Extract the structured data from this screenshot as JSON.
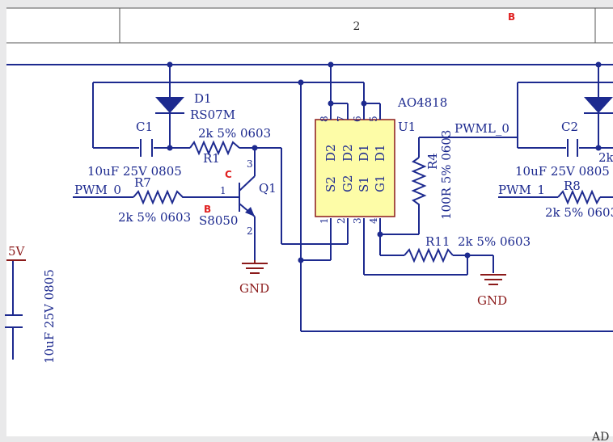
{
  "frame": {
    "column_number": "2",
    "row_letter": "B",
    "corner_text": "AD"
  },
  "components": {
    "d1": {
      "ref": "D1",
      "value": "RS07M"
    },
    "c1": {
      "ref": "C1",
      "value": "10uF  25V 0805"
    },
    "r1": {
      "ref": "R1",
      "value": "2k 5% 0603"
    },
    "r7": {
      "ref": "R7",
      "value": "2k 5% 0603"
    },
    "q1": {
      "ref": "Q1",
      "value": "S8050",
      "pin_c": "C",
      "pin_b": "B",
      "pin1": "1",
      "pin2": "2",
      "pin3": "3"
    },
    "u1": {
      "ref": "U1",
      "value": "AO4818",
      "top_pins": [
        "D2",
        "D2",
        "D1",
        "D1"
      ],
      "bottom_pins": [
        "S2",
        "G2",
        "S1",
        "G1"
      ],
      "pin_nums_top": [
        "8",
        "7",
        "6",
        "5"
      ],
      "pin_nums_bottom": [
        "1",
        "2",
        "3",
        "4"
      ]
    },
    "r4": {
      "ref": "R4",
      "value": "100R 5% 0603"
    },
    "r11": {
      "ref": "R11",
      "value": "2k 5% 0603"
    },
    "c2": {
      "ref": "C2",
      "value": "10uF  25V 0805"
    },
    "r8": {
      "ref": "R8",
      "value": "2k 5% 0603"
    },
    "c_left": {
      "value": "10uF  25V 0805"
    }
  },
  "nets": {
    "pwm0": "PWM_0",
    "pwm1": "PWM_1",
    "pwml0": "PWML_0",
    "gnd": "GND",
    "v5": "5V"
  },
  "extra": {
    "d2_partial": "2k"
  }
}
